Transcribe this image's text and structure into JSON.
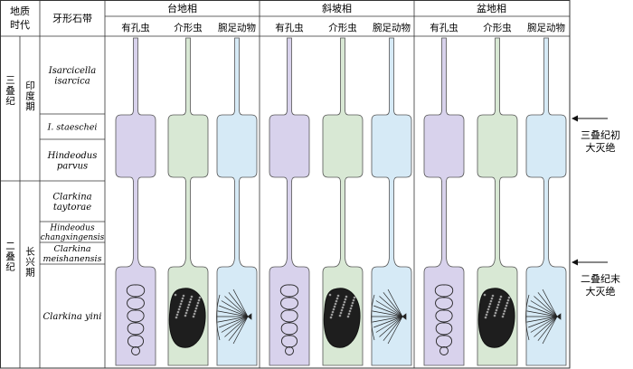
{
  "header": {
    "era_label": [
      "地质",
      "时代"
    ],
    "zone_label": "牙形石带"
  },
  "facies": [
    {
      "name": "台地相",
      "taxa": [
        "有孔虫",
        "介形虫",
        "腕足动物"
      ]
    },
    {
      "name": "斜坡相",
      "taxa": [
        "有孔虫",
        "介形虫",
        "腕足动物"
      ]
    },
    {
      "name": "盆地相",
      "taxa": [
        "有孔虫",
        "介形虫",
        "腕足动物"
      ]
    }
  ],
  "periods": [
    {
      "period": "三叠纪",
      "stage": "印度期"
    },
    {
      "period": "二叠纪",
      "stage": "长兴期"
    }
  ],
  "zones": [
    {
      "lines": [
        "Isarcicella",
        "isarcica"
      ]
    },
    {
      "lines": [
        "I. staeschei"
      ]
    },
    {
      "lines": [
        "Hindeodus",
        "parvus"
      ]
    },
    {
      "lines": [
        "Clarkina",
        "taytorae"
      ]
    },
    {
      "lines": [
        "Hindeodus",
        "changxingensis"
      ]
    },
    {
      "lines": [
        "Clarkina",
        "meishanensis"
      ]
    },
    {
      "lines": [
        "Clarkina yini"
      ]
    }
  ],
  "events": [
    {
      "lines": [
        "三叠纪初",
        "大灭绝"
      ]
    },
    {
      "lines": [
        "二叠纪末",
        "大灭绝"
      ]
    }
  ],
  "colors": {
    "foraminifera_fill": "#d8d2ec",
    "ostracod_fill": "#d8e8d4",
    "brachiopod_fill": "#d6eaf6",
    "line": "#333333"
  }
}
